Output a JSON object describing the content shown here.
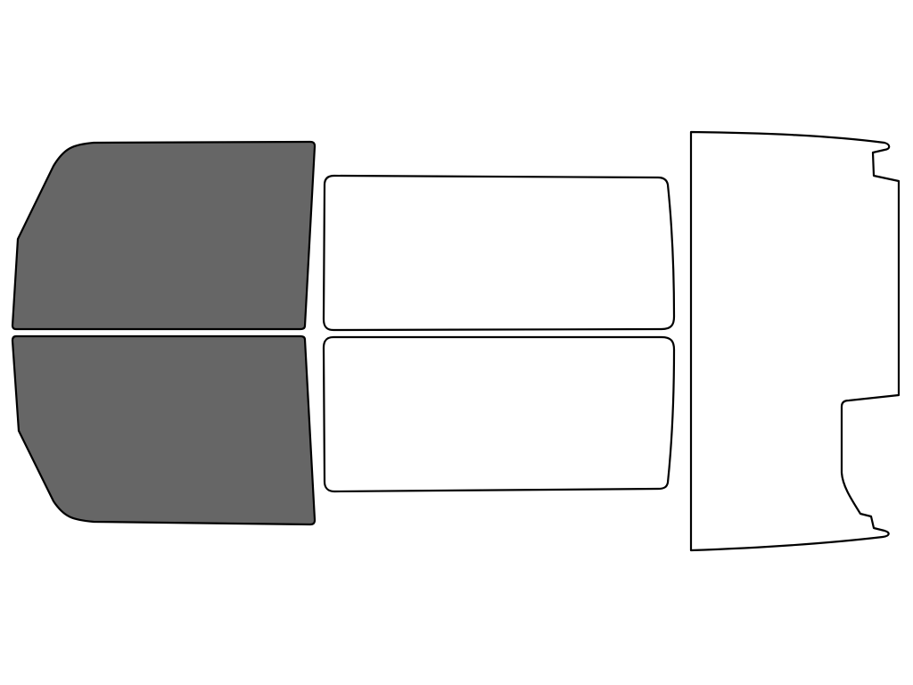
{
  "diagram": {
    "background_color": "#ffffff",
    "outline_color": "#000000",
    "panels": [
      {
        "id": "front-door-window-top",
        "filled": true,
        "fill_color": "#666666"
      },
      {
        "id": "front-door-window-bottom",
        "filled": true,
        "fill_color": "#666666"
      },
      {
        "id": "rear-door-window-top",
        "filled": false,
        "fill_color": "#ffffff"
      },
      {
        "id": "rear-door-window-bottom",
        "filled": false,
        "fill_color": "#ffffff"
      },
      {
        "id": "rear-windshield",
        "filled": false,
        "fill_color": "#ffffff"
      }
    ]
  }
}
